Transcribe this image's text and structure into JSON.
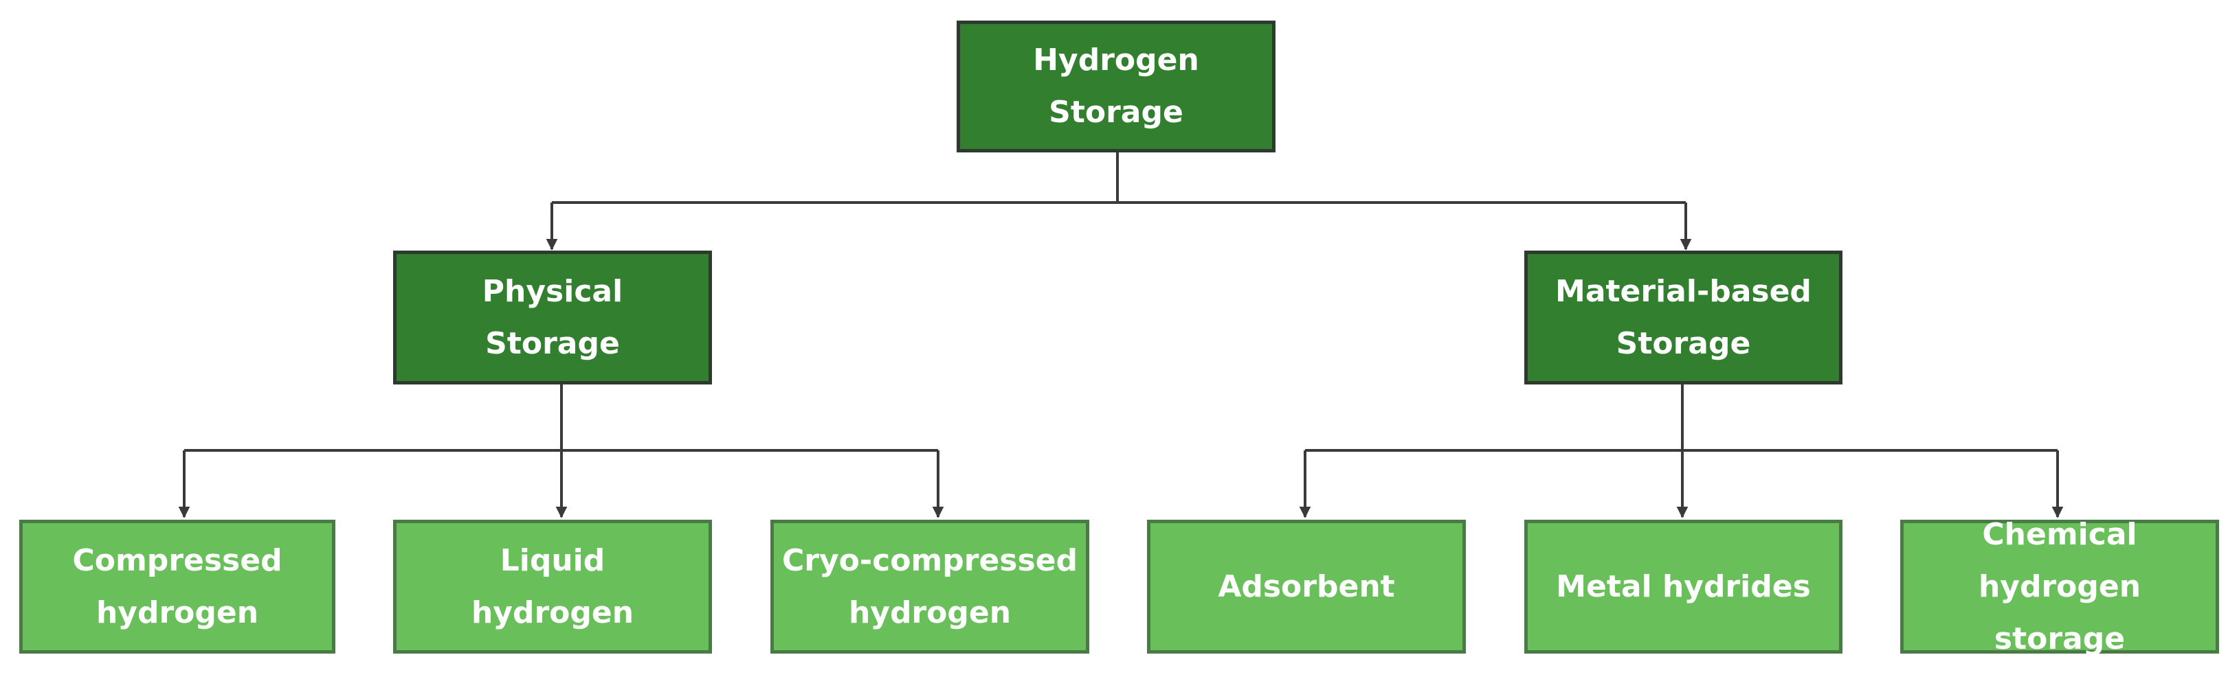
{
  "diagram": {
    "root": {
      "label": "Hydrogen\nStorage"
    },
    "physical": {
      "label": "Physical\nStorage"
    },
    "material": {
      "label": "Material-based\nStorage"
    },
    "leaves": [
      "Compressed\nhydrogen",
      "Liquid\nhydrogen",
      "Cryo-compressed\nhydrogen",
      "Adsorbent",
      "Metal hydrides",
      "Chemical hydrogen\nstorage"
    ]
  },
  "colors": {
    "dark_node": "#317f2f",
    "light_node": "#69c05b",
    "text": "#ffffff",
    "connector": "#3a3a3a"
  }
}
